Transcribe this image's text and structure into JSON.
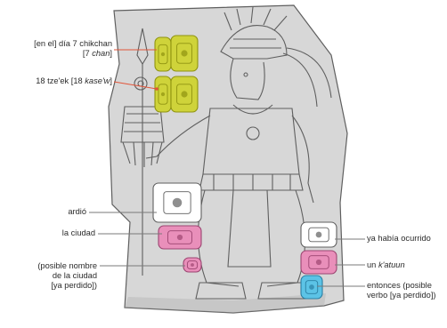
{
  "labels": {
    "date_day": {
      "line1": "[en el] día 7 chikchan",
      "line2_pre": "[7 ",
      "line2_em": "chan",
      "line2_post": "]"
    },
    "date_month": {
      "pre": "18 tze'ek [18 ",
      "em": "kase'w",
      "post": "]"
    },
    "burned": "ardió",
    "city": "la ciudad",
    "city_name": {
      "line1": "(posible nombre",
      "line2": "de la ciudad",
      "line3": "[ya perdido])"
    },
    "had_occurred": "ya había ocurrido",
    "katun": {
      "pre": "un ",
      "em": "k'atuun"
    },
    "then_verb": {
      "line1": "entonces (posible",
      "line2": "verbo [ya perdido])"
    }
  },
  "colors": {
    "stone": "#d7d7d7",
    "stone_dark": "#a8a8a8",
    "outline": "#5f5f5f",
    "date_glyph": "#cfd33a",
    "date_glyph_dark": "#8f9310",
    "city_glyph": "#e98fba",
    "city_glyph_dark": "#9c4571",
    "katun_glyph": "#e98fba",
    "verb_glyph": "#5cc3e6",
    "verb_glyph_dark": "#2a7fa3",
    "glyph_white": "#ffffff",
    "leader_red": "#e2553a",
    "leader_gray": "#7a7a7a"
  },
  "icons": {
    "stela": "carved-stone-stela",
    "figure": "ruler-figure",
    "spear": "feathered-spear"
  }
}
